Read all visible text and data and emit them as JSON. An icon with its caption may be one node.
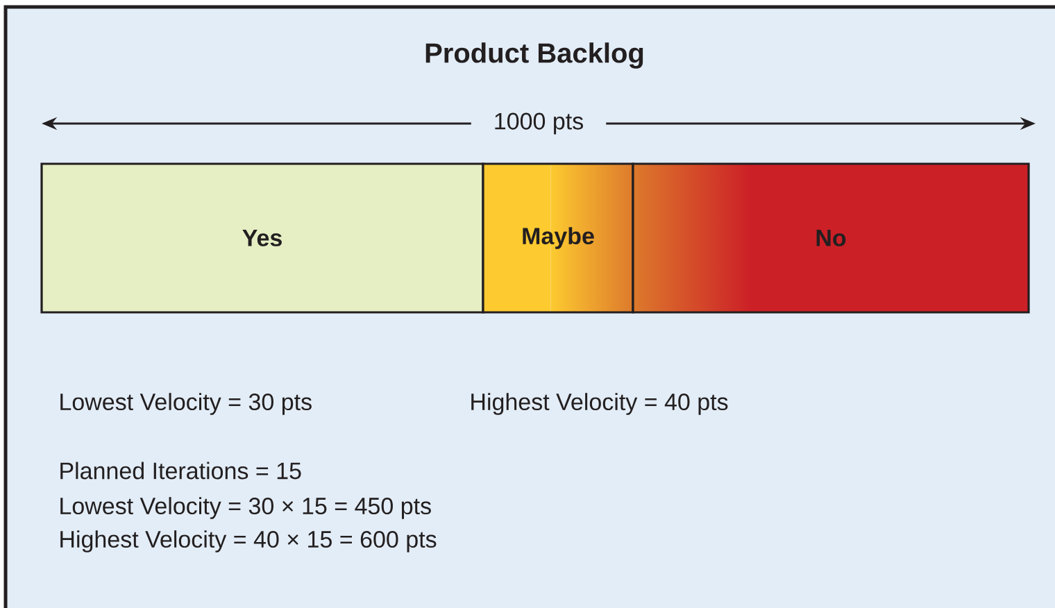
{
  "diagram": {
    "title": "Product Backlog",
    "nodes": [
      {
        "text": [
          "Yes"
        ]
      },
      {
        "text": [
          "Maybe"
        ]
      },
      {
        "text": [
          "No"
        ]
      }
    ],
    "labels": [
      "1000 pts",
      "Lowest Velocity = 30 pts",
      "Highest Velocity = 40 pts",
      "Planned Iterations = 15",
      "Lowest Velocity = 30 × 15 = 450 pts",
      "Highest Velocity = 40 × 15 = 600 pts"
    ]
  }
}
